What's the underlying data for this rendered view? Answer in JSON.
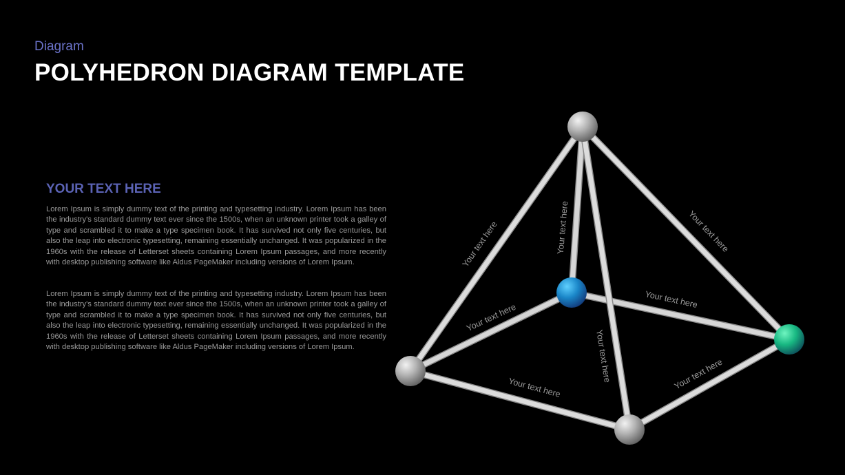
{
  "header": {
    "eyebrow": "Diagram",
    "title": "POLYHEDRON DIAGRAM TEMPLATE"
  },
  "content": {
    "subtitle": "YOUR  TEXT HERE",
    "paragraphs": [
      "Lorem Ipsum is simply dummy text of the printing and typesetting industry. Lorem Ipsum has been the industry's standard dummy text ever since the 1500s, when an unknown printer took a galley of type and scrambled it to make a type specimen book. It has survived not only five centuries, but also the leap into electronic typesetting, remaining essentially unchanged. It was popularized in the 1960s with the release of Letterset sheets containing Lorem Ipsum passages, and more recently with desktop publishing software like Aldus PageMaker including versions of Lorem Ipsum.",
      "Lorem Ipsum is simply dummy text of the printing and typesetting industry. Lorem Ipsum has been the industry's standard dummy text ever since the 1500s, when an unknown printer took a galley of type and scrambled it to make a type specimen book. It has survived not only five centuries, but also the leap into electronic typesetting, remaining essentially unchanged. It was popularized in the 1960s with the release of Letterset sheets containing Lorem Ipsum passages, and more recently with desktop publishing software like Aldus PageMaker including versions of Lorem Ipsum."
    ]
  },
  "diagram": {
    "edge_labels": {
      "apex_left": "Your text here",
      "apex_back": "Your text here",
      "apex_right": "Your text here",
      "apex_front": "Your text here",
      "back_left": "Your text here",
      "back_right": "Your text here",
      "left_front": "Your text here",
      "front_right": "Your text here"
    },
    "colors": {
      "background": "#000000",
      "edge": "#cfcfcf",
      "grey_node": "#a8a8a8",
      "blue_node": "#1e8fd0",
      "green_node": "#1fc48a",
      "label": "#9a9a9a"
    }
  }
}
